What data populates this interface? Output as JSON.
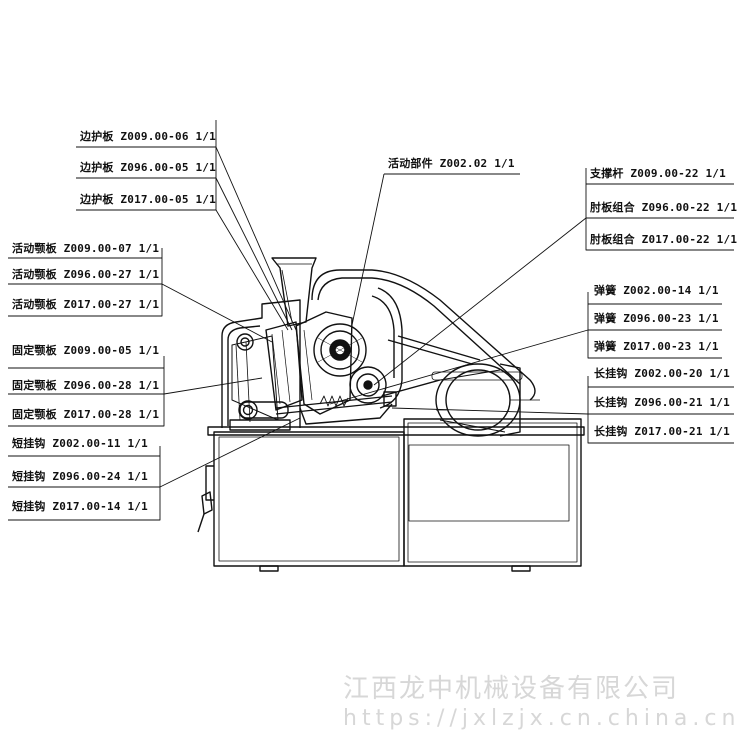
{
  "labels": {
    "side_guard_1": "边护板 Z009.00-06 1/1",
    "side_guard_2": "边护板 Z096.00-05 1/1",
    "side_guard_3": "边护板 Z017.00-05 1/1",
    "moving_part": "活动部件 Z002.02 1/1",
    "support_rod": "支撑杆 Z009.00-22 1/1",
    "toggle_1": "肘板组合 Z096.00-22 1/1",
    "toggle_2": "肘板组合 Z017.00-22 1/1",
    "moving_jaw_1": "活动颚板 Z009.00-07 1/1",
    "moving_jaw_2": "活动颚板 Z096.00-27 1/1",
    "moving_jaw_3": "活动颚板 Z017.00-27 1/1",
    "spring_1": "弹簧 Z002.00-14 1/1",
    "spring_2": "弹簧 Z096.00-23 1/1",
    "spring_3": "弹簧 Z017.00-23 1/1",
    "fixed_jaw_1": "固定颚板 Z009.00-05 1/1",
    "fixed_jaw_2": "固定颚板 Z096.00-28 1/1",
    "fixed_jaw_3": "固定颚板 Z017.00-28 1/1",
    "long_hook_1": "长挂钩 Z002.00-20 1/1",
    "long_hook_2": "长挂钩 Z096.00-21 1/1",
    "long_hook_3": "长挂钩 Z017.00-21 1/1",
    "short_hook_1": "短挂钩 Z002.00-11 1/1",
    "short_hook_2": "短挂钩 Z096.00-24 1/1",
    "short_hook_3": "短挂钩 Z017.00-14 1/1"
  },
  "watermark": {
    "company": "江西龙中机械设备有限公司",
    "url": "https://jxlzjx.cn.china.cn"
  }
}
